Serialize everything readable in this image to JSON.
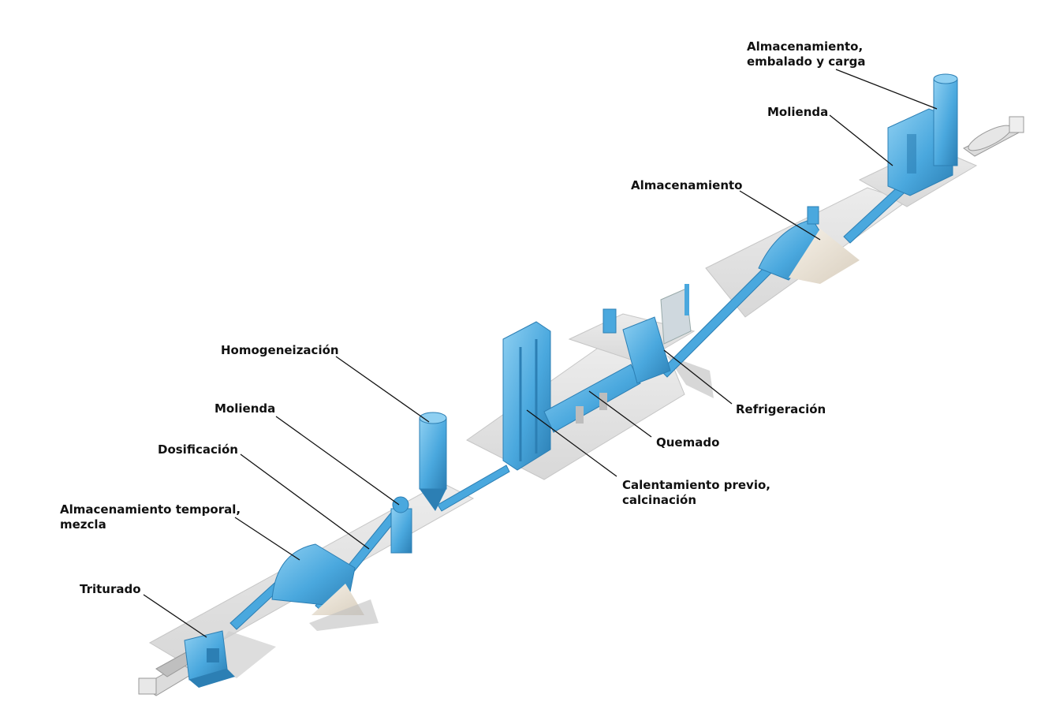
{
  "colors": {
    "equipment": "#4aa8de",
    "equipment_dark": "#2c7fb4",
    "equipment_light": "#8fd0f2",
    "platform": "#e4e4e4",
    "platform_edge": "#c6c6c6",
    "material": "#efe8dc",
    "leader": "#111111"
  },
  "labels": {
    "almacen_final": [
      "Almacenamiento,",
      "embalado y carga"
    ],
    "molienda_cemento": [
      "Molienda"
    ],
    "almacen_clinker": [
      "Almacenamiento"
    ],
    "homogeneizacion": [
      "Homogeneización"
    ],
    "refrigeracion": [
      "Refrigeración"
    ],
    "molienda_crudo": [
      "Molienda"
    ],
    "quemado": [
      "Quemado"
    ],
    "dosificacion": [
      "Dosificación"
    ],
    "calentamiento": [
      "Calentamiento previo,",
      "calcinación"
    ],
    "almacen_temporal": [
      "Almacenamiento temporal,",
      "mezcla"
    ],
    "triturado": [
      "Triturado"
    ]
  }
}
